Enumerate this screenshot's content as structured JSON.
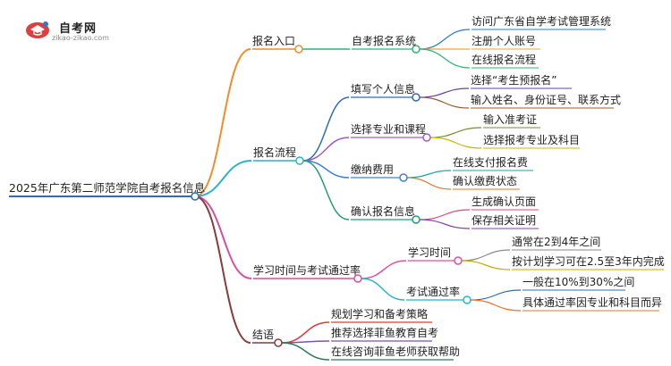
{
  "logo": {
    "title": "自考网",
    "subtitle": "zikao-zikao.com"
  },
  "mindmap": {
    "root": "2025年广东第二师范学院自考报名信息",
    "branches": [
      {
        "label": "报名入口",
        "color": "#f28c28",
        "children": [
          {
            "label": "自考报名系统",
            "color": "#2bb673",
            "children": [
              {
                "label": "访问广东省自学考试管理系统",
                "color": "#2e7bbf"
              },
              {
                "label": "注册个人账号",
                "color": "#f2a33a"
              },
              {
                "label": "在线报名流程",
                "color": "#2bb673"
              }
            ]
          }
        ]
      },
      {
        "label": "报名流程",
        "color": "#26b5c9",
        "children": [
          {
            "label": "填写个人信息",
            "color": "#2e6db4",
            "children": [
              {
                "label": "选择“考生预报名”",
                "color": "#6b3fa0"
              },
              {
                "label": "输入姓名、身份证号、联系方式",
                "color": "#a05a2c"
              }
            ]
          },
          {
            "label": "选择专业和课程",
            "color": "#a05cc7",
            "children": [
              {
                "label": "输入准考证",
                "color": "#7a8a2a"
              },
              {
                "label": "选择报考专业及科目",
                "color": "#c7b800"
              }
            ]
          },
          {
            "label": "缴纳费用",
            "color": "#3b82d6",
            "children": [
              {
                "label": "在线支付报名费",
                "color": "#1aa6a6"
              },
              {
                "label": "确认缴费状态",
                "color": "#e8732a"
              }
            ]
          },
          {
            "label": "确认报名信息",
            "color": "#2a9a7a",
            "children": [
              {
                "label": "生成确认页面",
                "color": "#e0457b"
              },
              {
                "label": "保存相关证明",
                "color": "#8b3fa8"
              }
            ]
          }
        ]
      },
      {
        "label": "学习时间与考试通过率",
        "color": "#d94fa0",
        "children": [
          {
            "label": "学习时间",
            "color": "#e34ea0",
            "children": [
              {
                "label": "通常在2到4年之间",
                "color": "#8a8a8a"
              },
              {
                "label": "按计划学习可在2.5至3年内完成",
                "color": "#c9a800"
              }
            ]
          },
          {
            "label": "考试通过率",
            "color": "#26b5c9",
            "children": [
              {
                "label": "一般在10%到30%之间",
                "color": "#2e6db4"
              },
              {
                "label": "具体通过率因专业和科目而异",
                "color": "#e8732a"
              }
            ]
          }
        ]
      },
      {
        "label": "结语",
        "color": "#8b3a3a",
        "children": [
          {
            "label": "规划学习和备考策略",
            "color": "#e03a3a"
          },
          {
            "label": "推荐选择菲鱼教育自考",
            "color": "#7a4fc0"
          },
          {
            "label": "在线咨询菲鱼老师获取帮助",
            "color": "#2a7a5a"
          }
        ]
      }
    ]
  }
}
